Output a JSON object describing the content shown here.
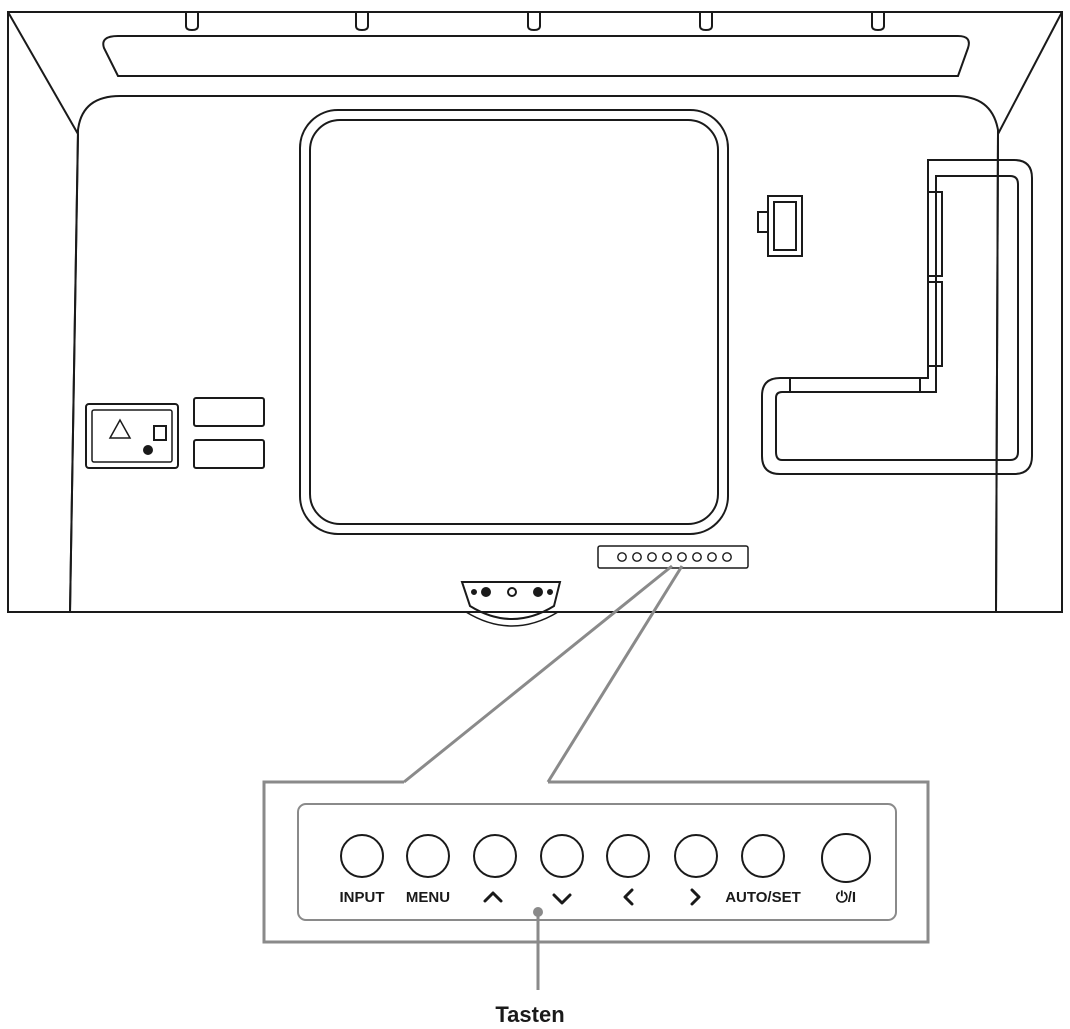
{
  "diagram": {
    "caption": "Tasten",
    "buttons": [
      {
        "id": "input",
        "label": "INPUT"
      },
      {
        "id": "menu",
        "label": "MENU"
      },
      {
        "id": "up",
        "label": "^"
      },
      {
        "id": "down",
        "label": "v"
      },
      {
        "id": "left",
        "label": "<"
      },
      {
        "id": "right",
        "label": ">"
      },
      {
        "id": "auto-set",
        "label": "AUTO/SET"
      },
      {
        "id": "power",
        "label": "⏻/I"
      }
    ],
    "connector_label": "Δ",
    "colors": {
      "line": "#1a1a1a",
      "gray": "#8a8a8a",
      "background": "#ffffff"
    }
  }
}
